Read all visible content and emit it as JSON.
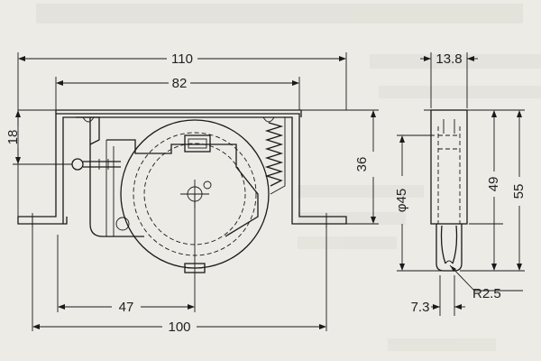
{
  "drawing": {
    "front_view": {
      "overall_width": "110",
      "bracket_inner_width": "82",
      "flange_height": "18",
      "body_height": "36",
      "wheel_offset": "47",
      "mounting_hole_pitch": "100"
    },
    "side_view": {
      "width": "13.8",
      "wheel_diameter": "φ45",
      "axle_height": "49",
      "overall_height": "55",
      "groove_radius": "R2.5",
      "wheel_width": "7.3"
    }
  }
}
